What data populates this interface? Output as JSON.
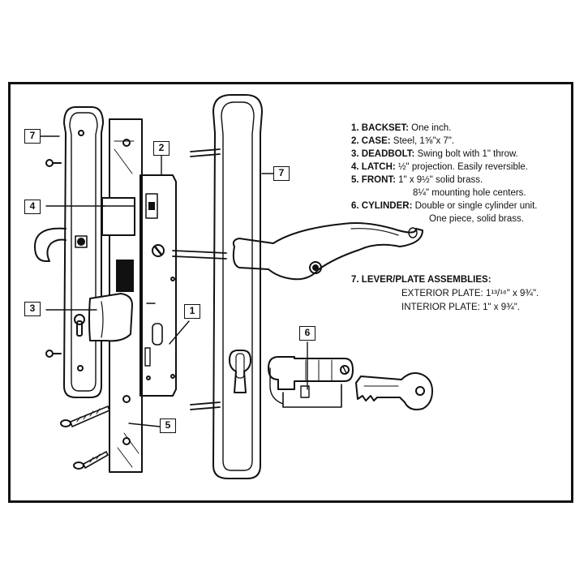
{
  "specs": [
    {
      "number": "1.",
      "label": "BACKSET:",
      "text": "One inch."
    },
    {
      "number": "2.",
      "label": "CASE:",
      "text": "Steel, 1⅝\"x 7\"."
    },
    {
      "number": "3.",
      "label": "DEADBOLT:",
      "text": "Swing bolt with 1\" throw."
    },
    {
      "number": "4.",
      "label": "LATCH:",
      "text": "½\" projection. Easily reversible."
    },
    {
      "number": "5.",
      "label": "FRONT:",
      "text": "1\" x 9½\" solid brass."
    },
    {
      "number": "",
      "label": "",
      "text": "8¼\" mounting hole centers."
    },
    {
      "number": "6.",
      "label": "CYLINDER:",
      "text": "Double or single cylinder unit."
    },
    {
      "number": "",
      "label": "",
      "text": "One piece, solid brass."
    },
    {
      "number": "7.",
      "label": "LEVER/PLATE ASSEMBLIES:",
      "text": ""
    }
  ],
  "plates": {
    "exterior": "EXTERIOR PLATE: 1¹³/¹⁶\" x 9¾\".",
    "interior": "INTERIOR PLATE: 1\" x 9¾\"."
  },
  "callouts": [
    "7",
    "2",
    "7",
    "4",
    "1",
    "3",
    "6",
    "5"
  ],
  "colors": {
    "ink": "#111111",
    "paper": "#ffffff"
  }
}
